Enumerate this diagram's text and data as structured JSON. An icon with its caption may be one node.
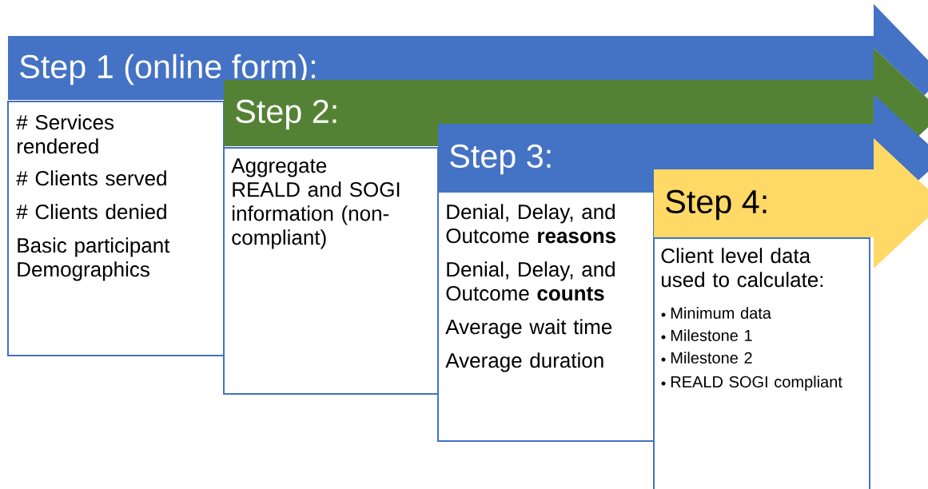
{
  "diagram": {
    "nodes": [
      {
        "text": [
          "Step 1 (online form):"
        ]
      },
      {
        "text": [
          "# Services rendered",
          "# Clients served",
          "# Clients denied",
          "Basic participant Demographics"
        ]
      },
      {
        "text": [
          "Step 2:"
        ]
      },
      {
        "text": [
          "Aggregate REALD and SOGI information (non-compliant)"
        ]
      },
      {
        "text": [
          "Step 3:"
        ]
      },
      {
        "text": [
          "Denial, Delay, and Outcome **reasons**",
          "Denial, Delay, and Outcome **counts**",
          "Average wait time",
          "Average duration"
        ]
      },
      {
        "text": [
          "Step 4:"
        ]
      },
      {
        "text": [
          "Client level data used to calculate:",
          "Minimum data",
          "Milestone 1",
          "Milestone 2",
          "REALD SOGI compliant"
        ]
      }
    ]
  }
}
